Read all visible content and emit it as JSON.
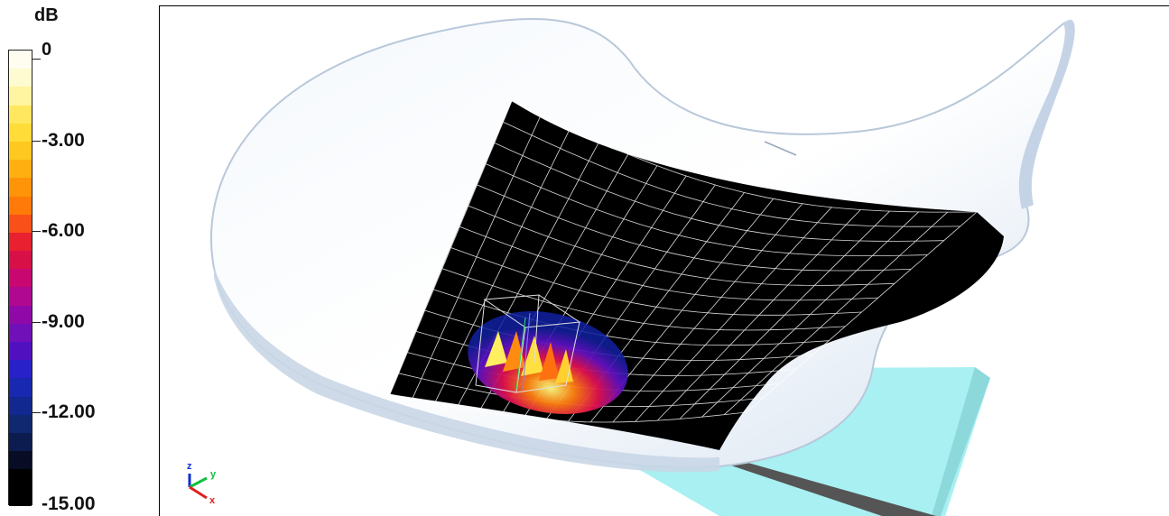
{
  "legend": {
    "unit": "dB",
    "ticks": [
      "0",
      "-3.00",
      "-6.00",
      "-9.00",
      "-12.00",
      "-15.00"
    ],
    "colors_top_to_bottom": [
      "#fffdf0",
      "#fffbd0",
      "#fff4a0",
      "#ffe860",
      "#ffdc38",
      "#ffc820",
      "#ffb010",
      "#ff9408",
      "#ff7a08",
      "#f85018",
      "#e82030",
      "#d81048",
      "#c80870",
      "#b00890",
      "#9008a8",
      "#7010b8",
      "#5010c0",
      "#2820c8",
      "#1828b0",
      "#102890",
      "#102870",
      "#0c1c50",
      "#080c24",
      "#000000",
      "#000000"
    ]
  },
  "scene": {
    "axes": {
      "z": "z",
      "y": "y",
      "x": "x"
    },
    "colors": {
      "reflector": "#dfe9f5",
      "plate": "#a8f0f2",
      "grid_surface": "#000000",
      "grid_lines": "#ffffff"
    }
  }
}
